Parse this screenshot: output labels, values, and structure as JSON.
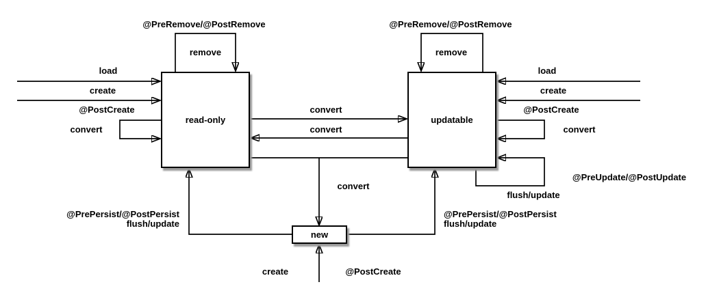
{
  "diagram": {
    "kind": "entity-lifecycle-state-diagram",
    "colors": {
      "background": "#ffffff",
      "line": "#000000",
      "text": "#000000",
      "box_fill": "#ffffff",
      "box_shadow": "#9a9a9a"
    }
  },
  "states": {
    "read_only": {
      "label": "read-only"
    },
    "updatable": {
      "label": "updatable"
    },
    "new": {
      "label": "new"
    }
  },
  "labels": {
    "pre_post_remove": "@PreRemove/@PostRemove",
    "remove": "remove",
    "load": "load",
    "create": "create",
    "post_create": "@PostCreate",
    "convert": "convert",
    "pre_post_update": "@PreUpdate/@PostUpdate",
    "flush_update": "flush/update",
    "pre_post_persist": "@PrePersist/@PostPersist"
  },
  "transitions": [
    {
      "from": "read-only",
      "to": "read-only",
      "via": "top-loop",
      "event": "remove",
      "callbacks": "@PreRemove/@PostRemove"
    },
    {
      "from": "updatable",
      "to": "updatable",
      "via": "top-loop",
      "event": "remove",
      "callbacks": "@PreRemove/@PostRemove"
    },
    {
      "from": "outside-left",
      "to": "read-only",
      "event": "load"
    },
    {
      "from": "outside-left",
      "to": "read-only",
      "event": "create",
      "callbacks": "@PostCreate"
    },
    {
      "from": "read-only",
      "to": "read-only",
      "via": "left-loop",
      "event": "convert"
    },
    {
      "from": "outside-right",
      "to": "updatable",
      "event": "load"
    },
    {
      "from": "outside-right",
      "to": "updatable",
      "event": "create",
      "callbacks": "@PostCreate"
    },
    {
      "from": "updatable",
      "to": "updatable",
      "via": "right-loop",
      "event": "convert"
    },
    {
      "from": "read-only",
      "to": "updatable",
      "event": "convert"
    },
    {
      "from": "updatable",
      "to": "read-only",
      "event": "convert"
    },
    {
      "from": "read-only/updatable",
      "to": "new",
      "event": "convert"
    },
    {
      "from": "updatable",
      "to": "updatable",
      "via": "bottom-loop",
      "event": "flush/update",
      "callbacks": "@PreUpdate/@PostUpdate"
    },
    {
      "from": "new",
      "to": "read-only",
      "event": "flush/update",
      "callbacks": "@PrePersist/@PostPersist"
    },
    {
      "from": "new",
      "to": "updatable",
      "event": "flush/update",
      "callbacks": "@PrePersist/@PostPersist"
    },
    {
      "from": "outside-bottom",
      "to": "new",
      "event": "create",
      "callbacks": "@PostCreate"
    }
  ]
}
